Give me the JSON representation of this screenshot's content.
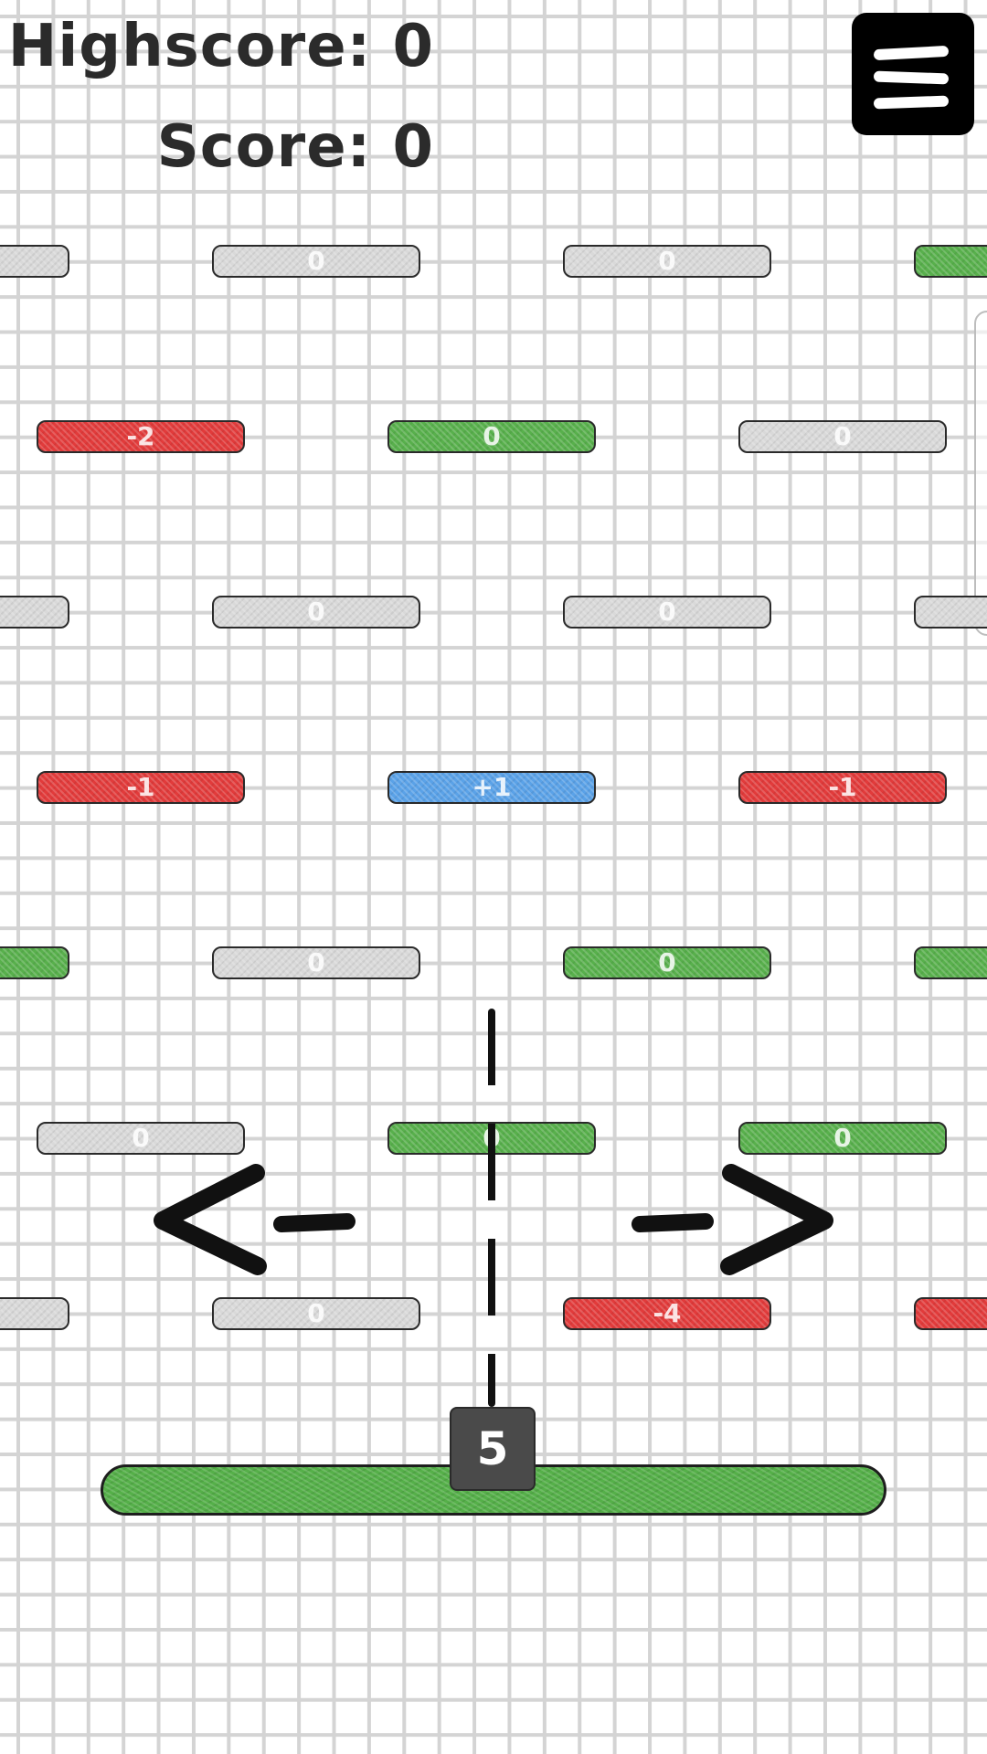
{
  "hud": {
    "highscore": "Highscore: 0",
    "score": "Score: 0"
  },
  "menu": {
    "icon": "hamburger-menu-icon"
  },
  "blocks": [
    {
      "row": 0,
      "col": 0,
      "value": "",
      "color": "grey"
    },
    {
      "row": 0,
      "col": 1,
      "value": "0",
      "color": "grey"
    },
    {
      "row": 0,
      "col": 2,
      "value": "0",
      "color": "grey"
    },
    {
      "row": 0,
      "col": 3,
      "value": "",
      "color": "green"
    },
    {
      "row": 1,
      "col": 0,
      "value": "-2",
      "color": "red"
    },
    {
      "row": 1,
      "col": 1,
      "value": "0",
      "color": "green"
    },
    {
      "row": 1,
      "col": 2,
      "value": "0",
      "color": "grey"
    },
    {
      "row": 2,
      "col": 0,
      "value": "",
      "color": "grey"
    },
    {
      "row": 2,
      "col": 1,
      "value": "0",
      "color": "grey"
    },
    {
      "row": 2,
      "col": 2,
      "value": "0",
      "color": "grey"
    },
    {
      "row": 2,
      "col": 3,
      "value": "",
      "color": "grey"
    },
    {
      "row": 3,
      "col": 0,
      "value": "-1",
      "color": "red"
    },
    {
      "row": 3,
      "col": 1,
      "value": "+1",
      "color": "blue"
    },
    {
      "row": 3,
      "col": 2,
      "value": "-1",
      "color": "red"
    },
    {
      "row": 4,
      "col": 0,
      "value": "",
      "color": "green"
    },
    {
      "row": 4,
      "col": 1,
      "value": "0",
      "color": "grey"
    },
    {
      "row": 4,
      "col": 2,
      "value": "0",
      "color": "green"
    },
    {
      "row": 4,
      "col": 3,
      "value": "",
      "color": "green"
    },
    {
      "row": 5,
      "col": 0,
      "value": "0",
      "color": "grey"
    },
    {
      "row": 5,
      "col": 1,
      "value": "0",
      "color": "green"
    },
    {
      "row": 5,
      "col": 2,
      "value": "0",
      "color": "green"
    },
    {
      "row": 6,
      "col": 0,
      "value": "",
      "color": "grey"
    },
    {
      "row": 6,
      "col": 1,
      "value": "0",
      "color": "grey"
    },
    {
      "row": 6,
      "col": 2,
      "value": "-4",
      "color": "red"
    },
    {
      "row": 6,
      "col": 3,
      "value": "",
      "color": "red"
    }
  ],
  "colors": {
    "grey": "#d9d9d9",
    "green": "#58b04c",
    "red": "#e23b3b",
    "blue": "#5aa2e8",
    "ink": "#111111"
  },
  "launcher": {
    "ball_count": "5"
  },
  "controls": {
    "left_icon": "left-arrow-icon",
    "right_icon": "right-arrow-icon"
  }
}
